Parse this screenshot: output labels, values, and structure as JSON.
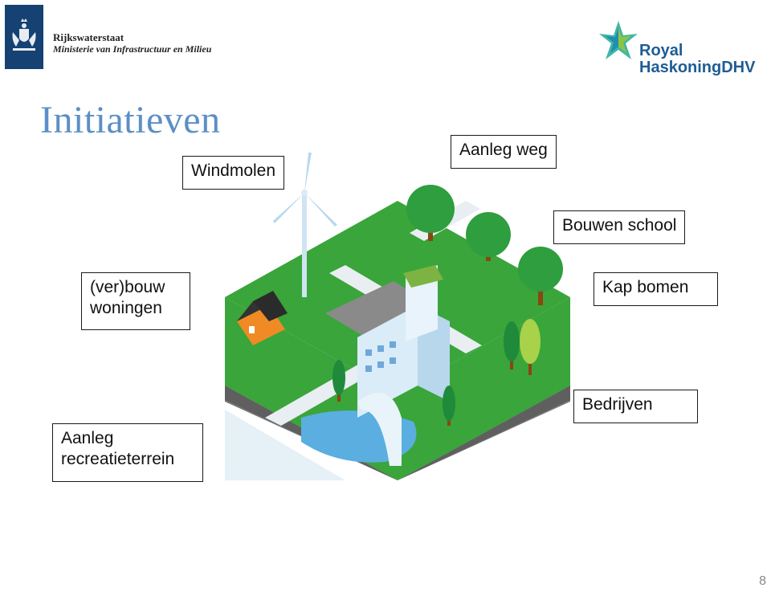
{
  "header": {
    "rijkswaterstaat": {
      "org": "Rijkswaterstaat",
      "ministry": "Ministerie van Infrastructuur en Milieu"
    },
    "rhdhv": {
      "line1": "Royal",
      "line2": "HaskoningDHV"
    }
  },
  "title": "Initiatieven",
  "labels": {
    "windmolen": "Windmolen",
    "aanleg_weg": "Aanleg weg",
    "bouwen_school": "Bouwen school",
    "verbouw_line1": "(ver)bouw",
    "verbouw_line2": "woningen",
    "kap_bomen": "Kap bomen",
    "bedrijven": "Bedrijven",
    "recreatie_line1": "Aanleg",
    "recreatie_line2": "recreatieterrein"
  },
  "page_number": "8",
  "colors": {
    "title": "#5b8fc7",
    "grass": "#3aa53a",
    "rhdhv_blue": "#1f5c94",
    "rw_blue": "#154273"
  }
}
